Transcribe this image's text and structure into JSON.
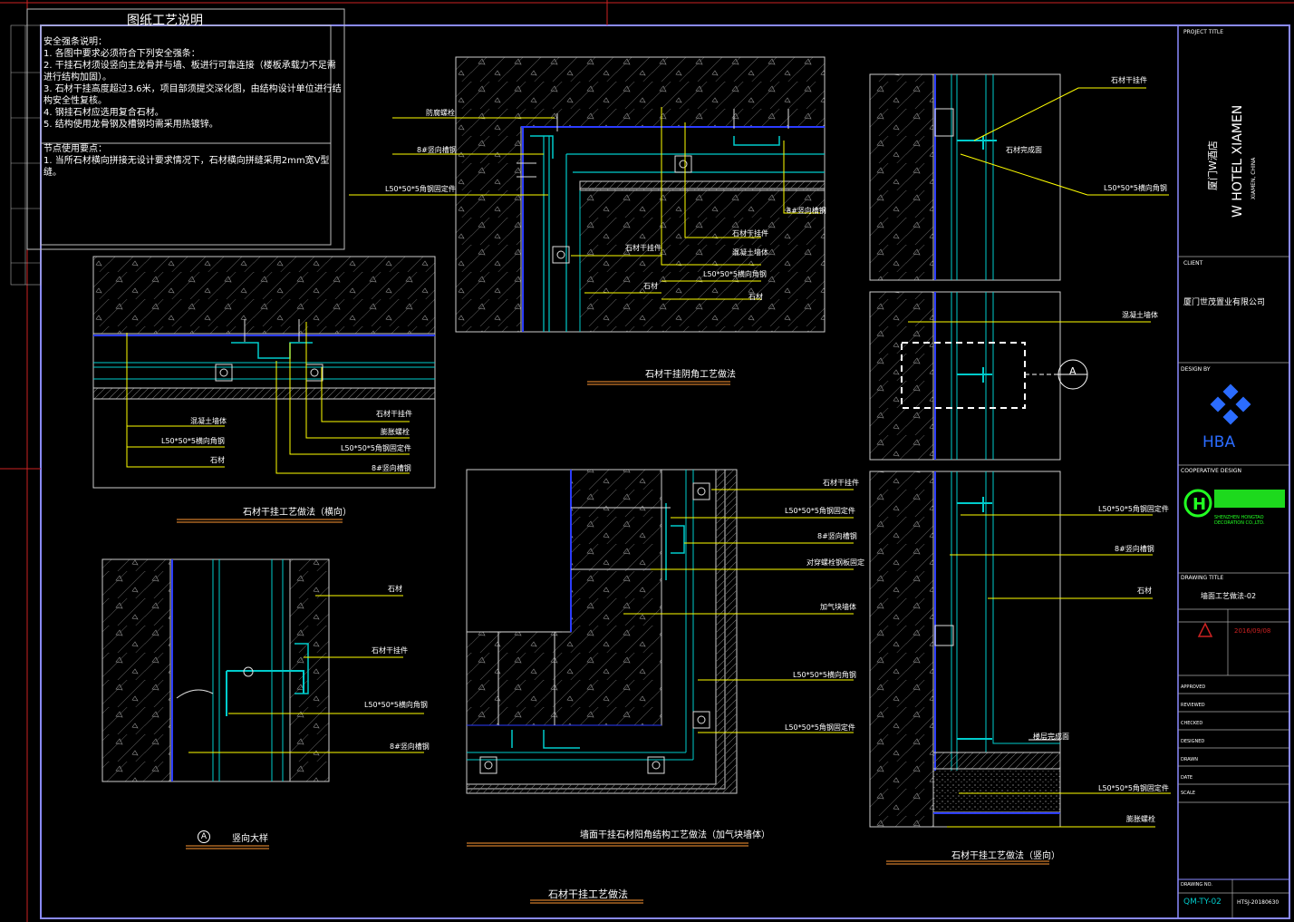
{
  "notes": {
    "title": "图纸工艺说明",
    "safety_title": "安全强条说明：",
    "safety_items": [
      "1. 各图中要求必须符合下列安全强条：",
      "2. 干挂石材须设竖向主龙骨并与墙、板进行可靠连接（楼板承载力不足需进行结构加固）。",
      "3. 石材干挂高度超过3.6米，项目部须提交深化图，由结构设计单位进行结构安全性复核。",
      "4. 钢挂石材应选用复合石材。",
      "5. 结构使用龙骨钢及槽钢均需采用热镀锌。"
    ],
    "node_title": "节点使用要点：",
    "node_items": [
      "1. 当所石材横向拼接无设计要求情况下，石材横向拼缝采用2mm宽V型缝。"
    ]
  },
  "labels": {
    "hd_1": "防腐螺栓",
    "hd_2": "8#竖向槽钢",
    "hd_3": "L50*50*5角钢固定件",
    "hd_4": "8#竖向槽钢",
    "hd_5": "石材干挂件",
    "hd_6": "混凝土墙体",
    "hd_7": "L50*50*5横向角钢",
    "hd_8": "石材",
    "h_1": "混凝土墙体",
    "h_2": "L50*50*5横向角钢",
    "h_3": "石材",
    "h_4": "石材干挂件",
    "h_5": "膨胀螺栓",
    "h_6": "L50*50*5角钢固定件",
    "h_7": "8#竖向槽钢",
    "a_1": "石材",
    "a_2": "石材干挂件",
    "a_3": "L50*50*5横向角钢",
    "a_4": "8#竖向槽钢",
    "c_1": "石材干挂件",
    "c_2": "L50*50*5角钢固定件",
    "c_3": "8#竖向槽钢",
    "c_4": "对穿螺栓钢板固定",
    "c_5": "加气块墙体",
    "c_6": "L50*50*5横向角钢",
    "c_7": "L50*50*5角钢固定件",
    "v_1": "石材干挂件",
    "v_2": "L50*50*5横向角钢",
    "v_3": "混凝土墙体",
    "v_4": "L50*50*5角钢固定件",
    "v_5": "8#竖向槽钢",
    "v_6": "石材",
    "v_7": "L50*50*5角钢固定件",
    "v_8": "膨胀螺栓",
    "v_floor": "楼层完成面",
    "v_stone_face": "石材完成面",
    "callout": "A"
  },
  "captions": {
    "yin": "石材干挂阴角工艺做法",
    "horizontal": "石材干挂工艺做法（横向）",
    "detail_mark": "A",
    "detail": "竖向大样",
    "yang": "墙面干挂石材阳角结构工艺做法（加气块墙体）",
    "vertical": "石材干挂工艺做法（竖向）",
    "main": "石材干挂工艺做法"
  },
  "title_block": {
    "project_label": "PROJECT TITLE",
    "project_cn": "厦门W酒店",
    "project_en": "W HOTEL XIAMEN",
    "project_sub": "XIAMEN, CHINA",
    "client_label": "CLIENT",
    "client": "厦门世茂置业有限公司",
    "design_label": "DESIGN BY",
    "design_logo": "HBA",
    "coop_label": "COOPERATIVE DESIGN",
    "coop_en": "SHENZHEN HONGTAO DECORATION CO.,LTD.",
    "drawing_label": "DRAWING TITLE",
    "drawing_title": "墙面工艺做法-02",
    "revision_date": "2016/09/08",
    "rows": [
      "APPROVED",
      "REVIEWED",
      "CHECKED",
      "DESIGNED",
      "DRAWN",
      "DATE",
      "SCALE"
    ],
    "drawing_no_label": "DRAWING NO.",
    "drawing_no": "QM-TY-02",
    "job_no": "HTSJ-20180630"
  },
  "colors": {
    "yellow": "#ffff00",
    "orange": "#ff9933",
    "cyan": "#00c8c8",
    "blue": "#2b3cff",
    "green": "#22ff22",
    "frame": "#8a8aff",
    "red": "#cc2222"
  }
}
